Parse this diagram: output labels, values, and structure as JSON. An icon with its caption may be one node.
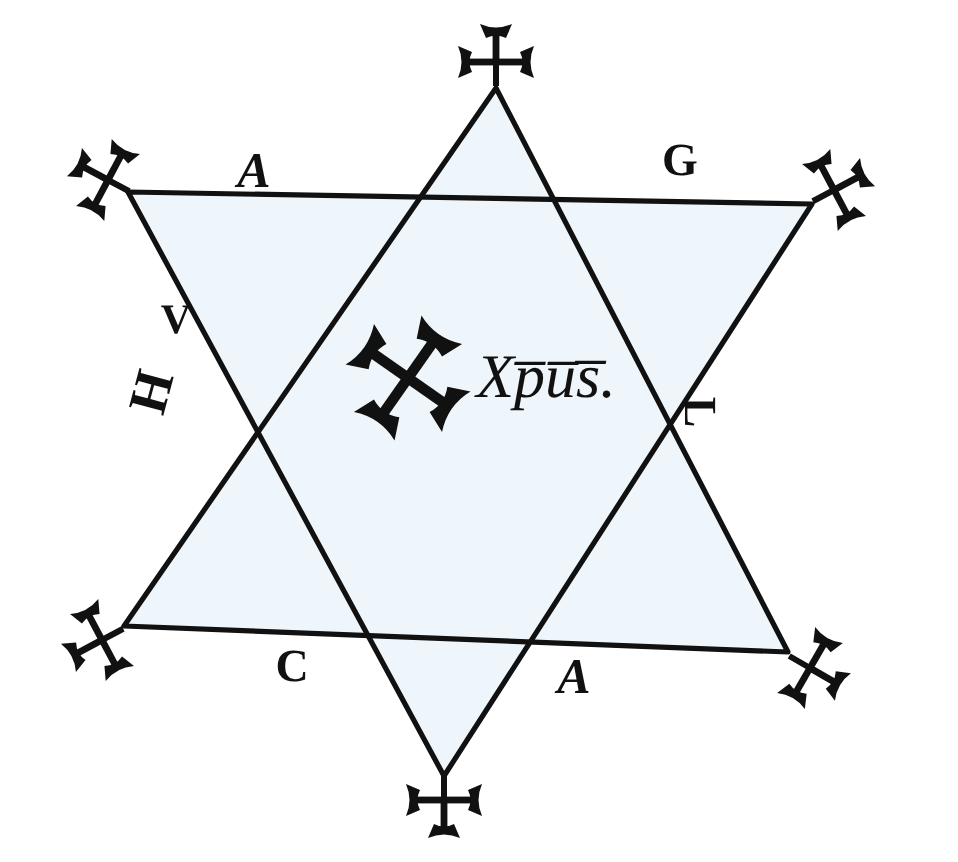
{
  "diagram": {
    "labels": [
      "A",
      "G",
      "V",
      "H",
      "Xp̅u̅s̅.",
      "L",
      "C",
      "A"
    ]
  }
}
